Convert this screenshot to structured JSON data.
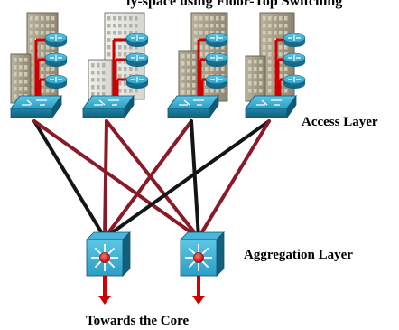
{
  "labels": {
    "top_partial": "ly-space using Floor-Top Switching",
    "access_layer": "Access Layer",
    "aggregation_layer": "Aggregation Layer",
    "towards_core": "Towards the Core"
  },
  "colors": {
    "link": "#8a1a28",
    "link_black": "#151515",
    "device": "#2a9fc4",
    "device_dark": "#14607e",
    "building": "#9a927c",
    "arrow": "#d00000"
  },
  "icons": {
    "building": "building-icon",
    "router": "router-icon",
    "access_switch": "access-switch-icon",
    "multilayer_switch": "multilayer-switch-icon"
  }
}
